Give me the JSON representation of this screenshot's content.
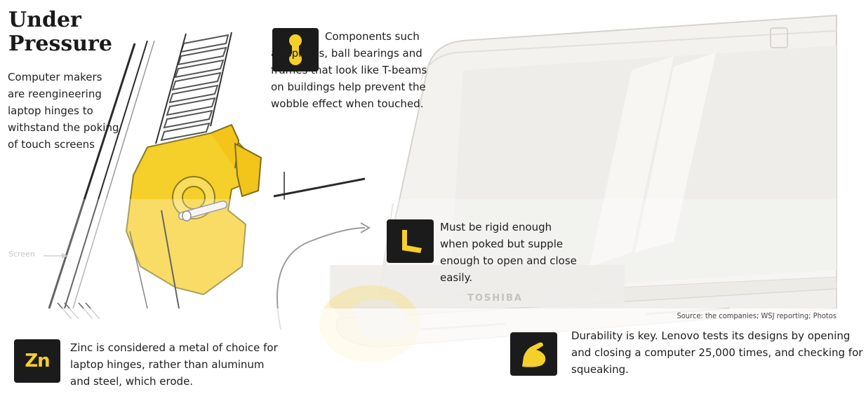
{
  "header": {
    "title_line1": "Under",
    "title_line2": "Pressure",
    "intro": "Computer makers are reengineering laptop hinges to withstand the poking of touch screens"
  },
  "callouts": [
    {
      "icon": "dumbbell-spring-icon",
      "text": "Components such as springs, ball bearings and frames that look like T-beams on buildings help prevent the wobble effect when touched."
    },
    {
      "icon": "hinge-angle-icon",
      "text": "Must be rigid enough when poked but supple enough to open and close easily."
    },
    {
      "icon": "zinc-symbol-icon",
      "icon_label": "Zn",
      "text": "Zinc is considered a metal of choice for laptop hinges, rather than aluminum and steel, which erode."
    },
    {
      "icon": "flexed-arm-icon",
      "text": "Durability is key. Lenovo tests its designs by opening and closing a computer 25,000 times, and checking for squeaking."
    }
  ],
  "labels": {
    "screen": "Screen",
    "brand": "TOSHIBA"
  },
  "source": "Source: the companies; WSJ reporting; Photos",
  "colors": {
    "accent_yellow": "#f5cf2a",
    "icon_bg": "#1b1b1b",
    "text": "#1a1a1a"
  }
}
